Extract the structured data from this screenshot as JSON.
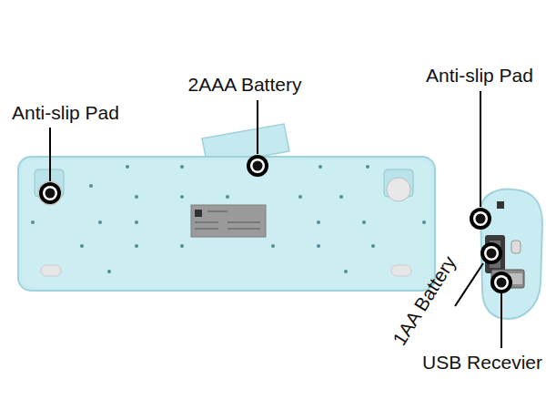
{
  "diagram": {
    "labels": [
      "Anti-slip Pad",
      "2AAA Battery",
      "Anti-slip Pad",
      "1AA Battery",
      "USB Recevier"
    ]
  }
}
